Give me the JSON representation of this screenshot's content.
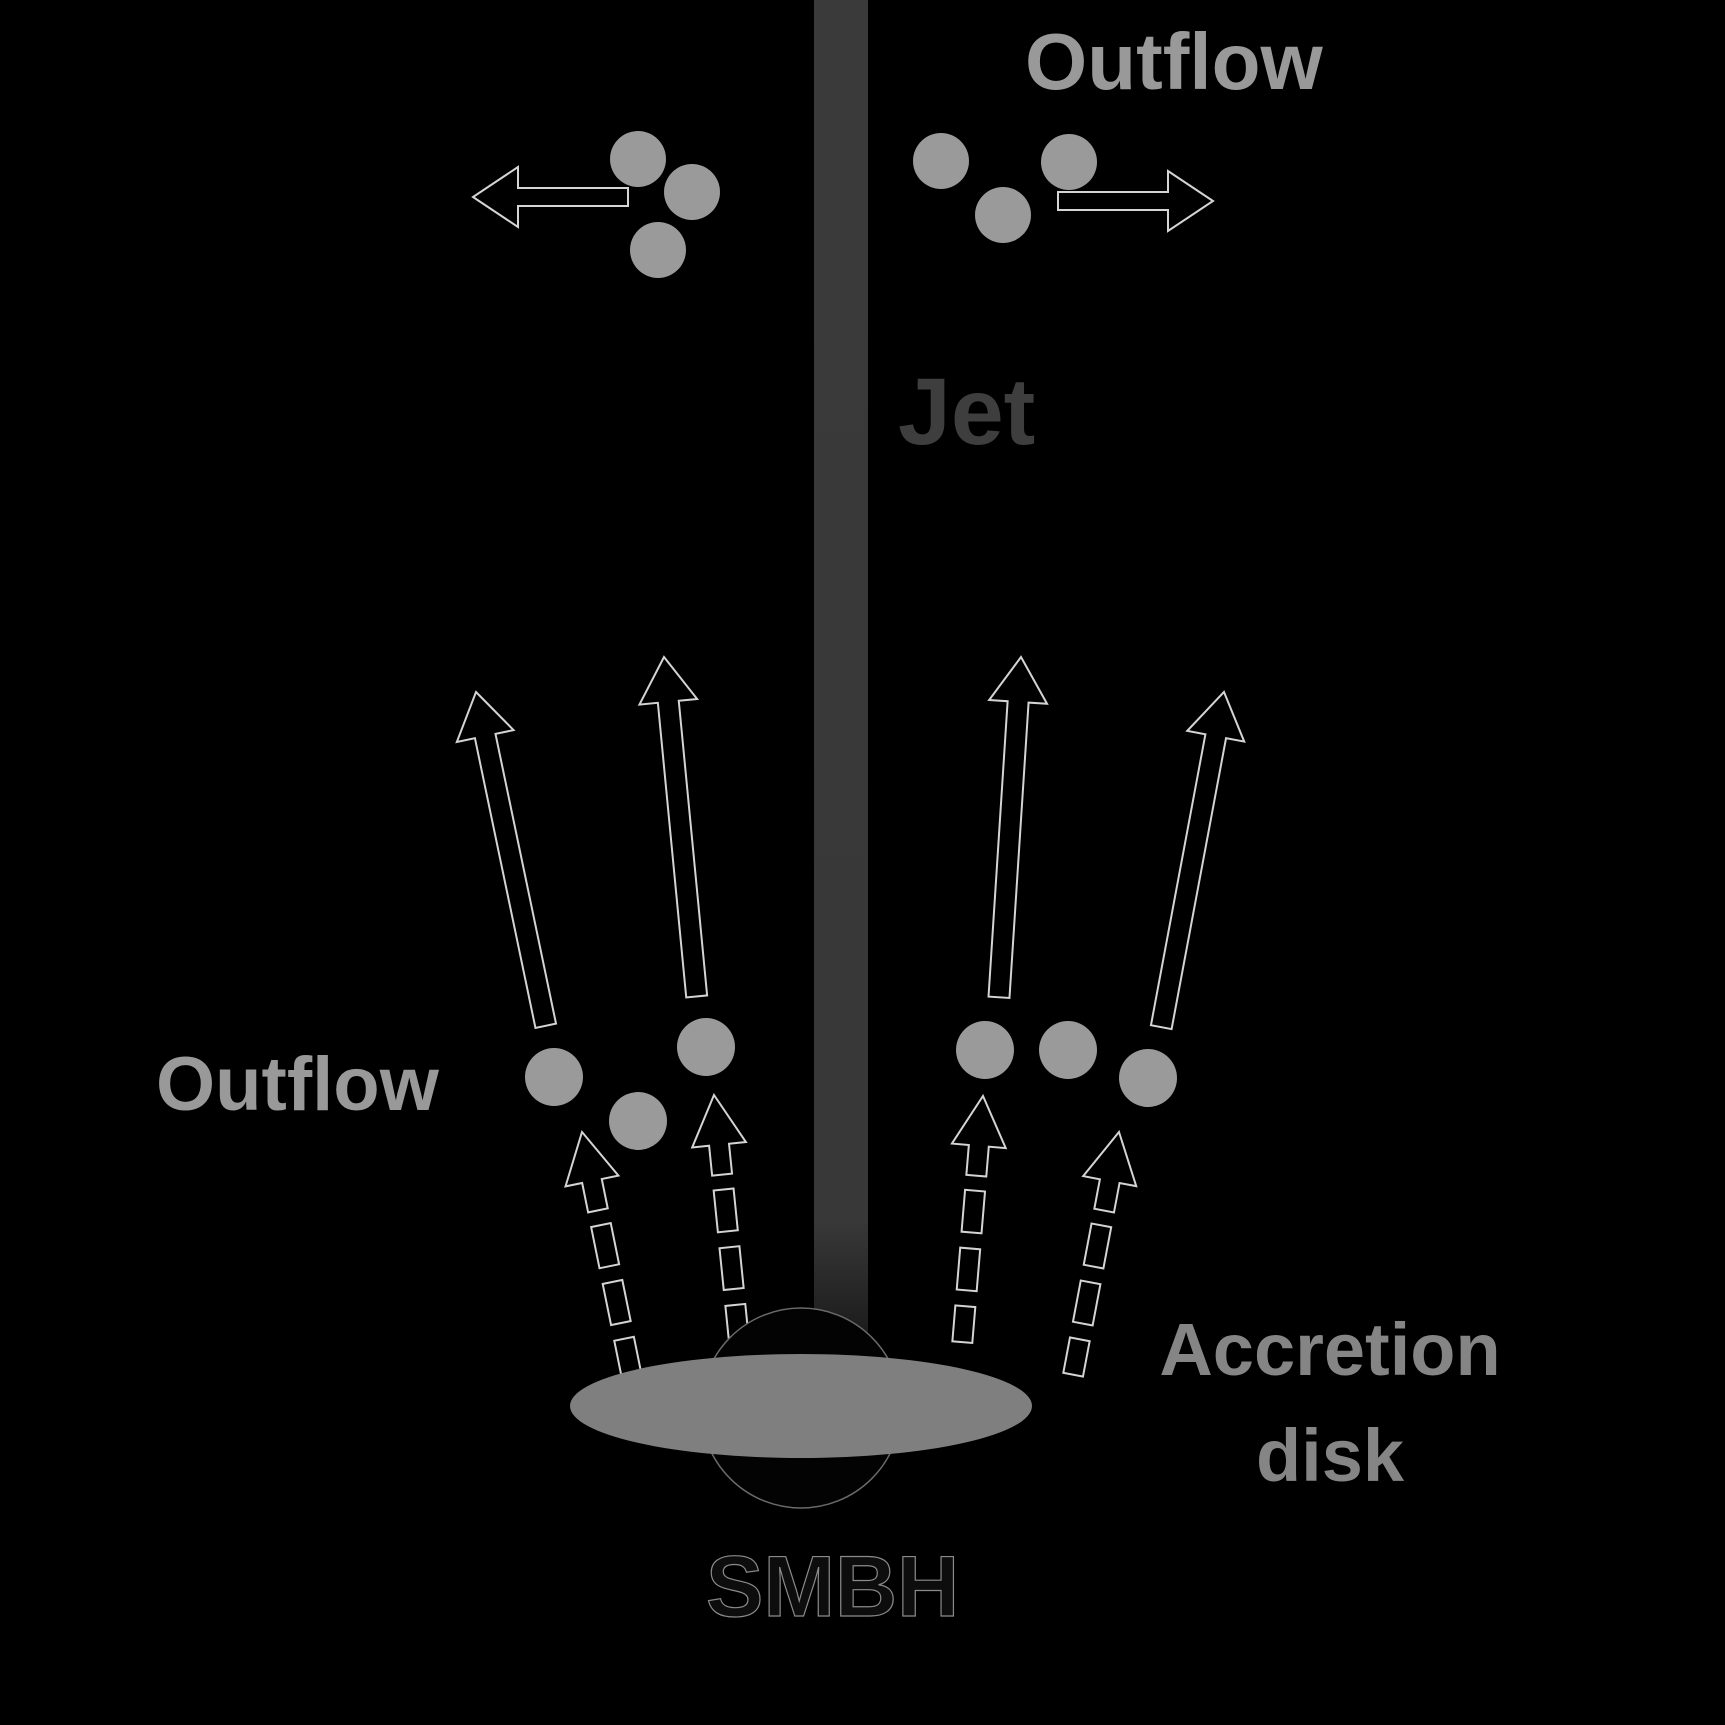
{
  "labels": {
    "outflow_top": "Outflow",
    "jet": "Jet",
    "outflow_left": "Outflow",
    "accretion_line1": "Accretion",
    "accretion_line2": "disk",
    "smbh": "SMBH"
  },
  "colors": {
    "background": "#000000",
    "jet_beam": "#3a3a3a",
    "gas_clouds": "#9a9a9a",
    "accretion_disk": "#7f7f7f",
    "smbh_sphere": "#030303",
    "smbh_sphere_outline": "#6a6a6a",
    "outflow_label": "#999999",
    "jet_label": "#3e3e3e",
    "accretion_label": "#858585",
    "arrow_fill": "#000000",
    "arrow_outline": "#d4d4d4"
  }
}
